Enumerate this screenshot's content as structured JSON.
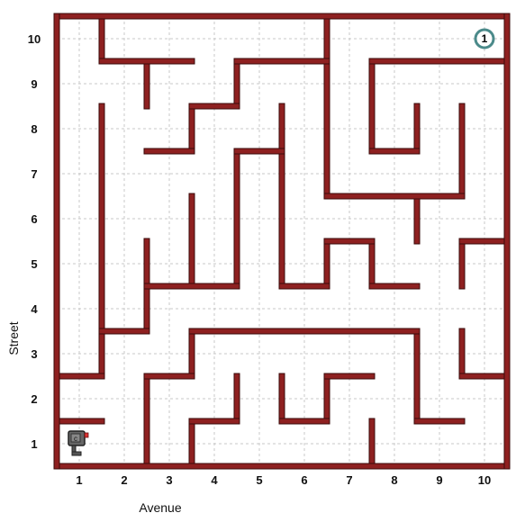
{
  "world": {
    "avenues": 10,
    "streets": 10,
    "avenue_labels": [
      "1",
      "2",
      "3",
      "4",
      "5",
      "6",
      "7",
      "8",
      "9",
      "10"
    ],
    "street_labels": [
      "1",
      "2",
      "3",
      "4",
      "5",
      "6",
      "7",
      "8",
      "9",
      "10"
    ],
    "x_title": "Avenue",
    "y_title": "Street"
  },
  "goal": {
    "label": "1",
    "avenue": 10,
    "street": 10
  },
  "robot": {
    "avenue": 1,
    "street": 1,
    "facing": "east",
    "icon": "robot-icon"
  },
  "colors": {
    "wall": "#8e2020",
    "goal_ring": "#4b8a8a",
    "grid": "#c8c8c8"
  },
  "walls_vertical_x": [
    {
      "x": 1.5,
      "y0": 2.5,
      "y1": 8.5
    },
    {
      "x": 2.5,
      "y0": 0.5,
      "y1": 2.5
    },
    {
      "x": 2.5,
      "y0": 3.5,
      "y1": 5.5
    },
    {
      "x": 2.5,
      "y0": 8.5,
      "y1": 9.5
    },
    {
      "x": 3.5,
      "y0": 0.5,
      "y1": 1.5
    },
    {
      "x": 3.5,
      "y0": 2.5,
      "y1": 3.5
    },
    {
      "x": 3.5,
      "y0": 4.5,
      "y1": 6.5
    },
    {
      "x": 3.5,
      "y0": 7.5,
      "y1": 8.5
    },
    {
      "x": 4.5,
      "y0": 1.5,
      "y1": 2.5
    },
    {
      "x": 4.5,
      "y0": 4.5,
      "y1": 7.5
    },
    {
      "x": 4.5,
      "y0": 8.5,
      "y1": 9.5
    },
    {
      "x": 5.5,
      "y0": 1.5,
      "y1": 2.5
    },
    {
      "x": 5.5,
      "y0": 4.5,
      "y1": 8.5
    },
    {
      "x": 6.5,
      "y0": 1.5,
      "y1": 2.5
    },
    {
      "x": 6.5,
      "y0": 4.5,
      "y1": 5.5
    },
    {
      "x": 6.5,
      "y0": 6.5,
      "y1": 10.5
    },
    {
      "x": 7.5,
      "y0": 0.5,
      "y1": 1.5
    },
    {
      "x": 7.5,
      "y0": 4.5,
      "y1": 5.5
    },
    {
      "x": 7.5,
      "y0": 7.5,
      "y1": 9.5
    },
    {
      "x": 8.5,
      "y0": 1.5,
      "y1": 3.5
    },
    {
      "x": 8.5,
      "y0": 5.5,
      "y1": 6.5
    },
    {
      "x": 8.5,
      "y0": 7.5,
      "y1": 8.5
    },
    {
      "x": 9.5,
      "y0": 2.5,
      "y1": 3.5
    },
    {
      "x": 9.5,
      "y0": 4.5,
      "y1": 5.5
    },
    {
      "x": 9.5,
      "y0": 6.5,
      "y1": 8.5
    },
    {
      "x": 1.5,
      "y0": 9.5,
      "y1": 10.5
    }
  ],
  "walls_horizontal_y": [
    {
      "y": 1.5,
      "x0": 0.5,
      "x1": 1.5
    },
    {
      "y": 2.5,
      "x0": 0.5,
      "x1": 1.5
    },
    {
      "y": 1.5,
      "x0": 3.5,
      "x1": 4.5
    },
    {
      "y": 1.5,
      "x0": 5.5,
      "x1": 6.5
    },
    {
      "y": 1.5,
      "x0": 8.5,
      "x1": 9.5
    },
    {
      "y": 2.5,
      "x0": 2.5,
      "x1": 3.5
    },
    {
      "y": 2.5,
      "x0": 6.5,
      "x1": 7.5
    },
    {
      "y": 2.5,
      "x0": 9.5,
      "x1": 10.5
    },
    {
      "y": 3.5,
      "x0": 1.5,
      "x1": 2.5
    },
    {
      "y": 3.5,
      "x0": 3.5,
      "x1": 8.5
    },
    {
      "y": 4.5,
      "x0": 2.5,
      "x1": 4.5
    },
    {
      "y": 4.5,
      "x0": 5.5,
      "x1": 6.5
    },
    {
      "y": 4.5,
      "x0": 7.5,
      "x1": 8.5
    },
    {
      "y": 5.5,
      "x0": 6.5,
      "x1": 7.5
    },
    {
      "y": 5.5,
      "x0": 9.5,
      "x1": 10.5
    },
    {
      "y": 6.5,
      "x0": 6.5,
      "x1": 9.5
    },
    {
      "y": 7.5,
      "x0": 2.5,
      "x1": 3.5
    },
    {
      "y": 7.5,
      "x0": 4.5,
      "x1": 5.5
    },
    {
      "y": 7.5,
      "x0": 7.5,
      "x1": 8.5
    },
    {
      "y": 8.5,
      "x0": 3.5,
      "x1": 4.5
    },
    {
      "y": 9.5,
      "x0": 1.5,
      "x1": 3.5
    },
    {
      "y": 9.5,
      "x0": 4.5,
      "x1": 6.5
    },
    {
      "y": 9.5,
      "x0": 7.5,
      "x1": 10.5
    }
  ]
}
